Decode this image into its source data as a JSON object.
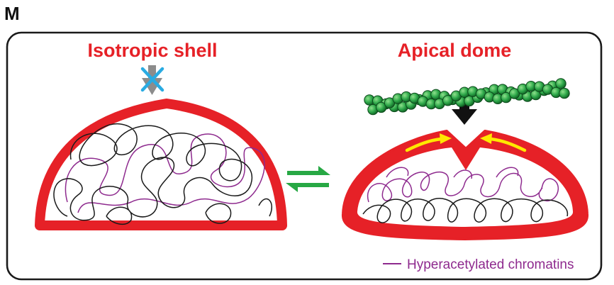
{
  "panel_label": "M",
  "left_title": "Isotropic shell",
  "right_title": "Apical dome",
  "legend_label": "Hyperacetylated chromatins",
  "colors": {
    "shell": "#e62127",
    "title": "#e62127",
    "chromatin_normal": "#1a1a1a",
    "chromatin_hyperacetylated": "#8e2a8e",
    "equilibrium_arrows": "#27a844",
    "blocked_arrow": "#8c8c8c",
    "blocked_cross": "#29abe2",
    "force_arrow": "#111111",
    "actin_beads": "#2ea84a",
    "flow_arrows": "#ffe800"
  },
  "icons": [
    "blocked-arrow-icon",
    "cross-icon",
    "equilibrium-arrows-icon",
    "force-arrow-icon",
    "flow-arrow-icon"
  ]
}
